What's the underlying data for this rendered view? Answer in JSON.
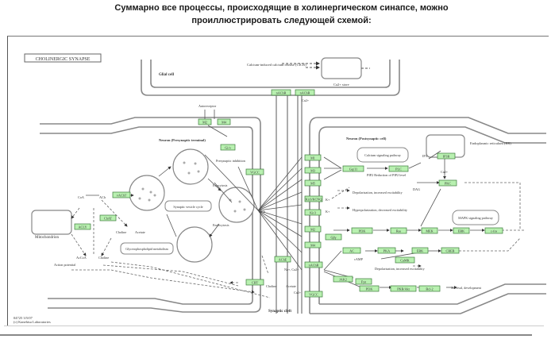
{
  "caption": {
    "line1": "Суммарно все процессы, происходящие в холинергическом синапсе, можно",
    "line2": "проиллюстрировать следующей схемой:"
  },
  "diagram": {
    "title": "CHOLINERGIC SYNAPSE",
    "colors": {
      "gene_fill": "#b8f0b0",
      "gene_border": "#3a7a3a",
      "line": "#666666"
    },
    "compartments": {
      "glial": "Glial cell",
      "presyn": "Neuron (Presynaptic terminal)",
      "postsyn": "Neuron (Postsynaptic cell)",
      "cleft": "Synaptic cleft",
      "mito": "Mitochondrion",
      "er": "Endoplasmic reticulum (ER)"
    },
    "genes": {
      "a7nachr_glia": "nAChR",
      "a7nachr_glia2": "nAChR",
      "m2": "M2",
      "m4": "M4",
      "gi": "Gi/o",
      "vgcc": "VGCC",
      "chat": "ChAT",
      "vacht": "vAChT",
      "acly": "ACLY",
      "m1": "M1",
      "m3": "M3",
      "m5": "M5",
      "kcnq": "Kir3/KCNQ",
      "kcnj": "Kir3",
      "m2b": "M2",
      "m4b": "M4",
      "nachr": "nAChR",
      "chrn": "CHT",
      "ache": "AChE",
      "vgcc2": "VGCC",
      "gq": "Gq/11",
      "plc": "PLC",
      "ip3r": "IP3R",
      "pkc": "PKC",
      "gbg": "Gβγ",
      "pi3k": "PI3K",
      "ras": "Ras",
      "mek": "MEK",
      "erk": "ERK",
      "cfos": "c-fos",
      "ac": "AC",
      "pka": "PKA",
      "camk": "CaMK",
      "creb": "CREB",
      "jak": "JAK2",
      "fyn": "Fyn",
      "pi3k2": "PI3K",
      "akt": "PKB/Akt",
      "bcl": "Bcl-2"
    },
    "labels": {
      "acetylcholine": "ACh",
      "choline": "Choline",
      "acetate": "Acetate",
      "acetylcoa": "AcCoA",
      "coa": "CoA",
      "ach2": "ACh",
      "autoreceptor": "Autoreceptor",
      "presyn_inhibition": "Presynaptic inhibition",
      "exocytosis": "Exocytosis",
      "endocytosis": "Endocytosis",
      "vesicle_cycle": "Synaptic vesicle cycle",
      "glycerophospholipid": "Glycerophospholipid metabolism",
      "action_potential": "Action potential",
      "calcium_pathway": "Calcium signaling pathway",
      "mapk_pathway": "MAPK signaling pathway",
      "depolarization": "Depolarization, increased excitability",
      "hyperpolarization": "Hyperpolarization, decreased excitability",
      "depolarization2": "Depolarization, increased excitability",
      "survival": "Survival, development",
      "calcium_release": "Calcium-induced calcium release (CICR)",
      "ca_store": "Ca2+ store",
      "ip3": "IP3",
      "dag": "DAG",
      "camp": "cAMP",
      "pip2": "PIP2 Reduction of PIP2 level",
      "ca": "Ca2+",
      "k": "K+",
      "na_ca": "Na+, Ca2+",
      "ca2": "Ca2+"
    },
    "footer": {
      "line1": "04725 3/5/07",
      "line2": "(c) Kanehisa Laboratories"
    }
  }
}
